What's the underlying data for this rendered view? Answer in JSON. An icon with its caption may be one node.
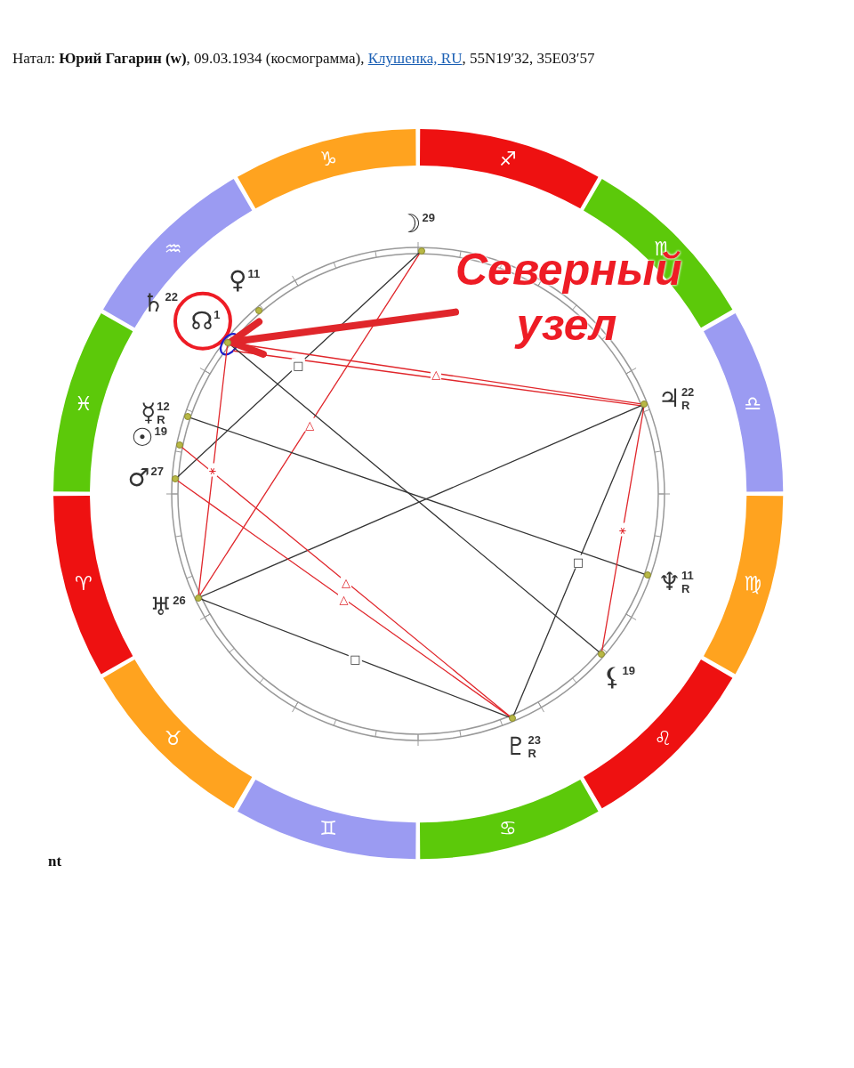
{
  "diagram": {
    "nodes": [
      {
        "text": [
          "♈"
        ]
      },
      {
        "text": [
          "♉"
        ]
      },
      {
        "text": [
          "♊"
        ]
      },
      {
        "text": [
          "♋"
        ]
      },
      {
        "text": [
          "♌"
        ]
      },
      {
        "text": [
          "♍"
        ]
      },
      {
        "text": [
          "♎"
        ]
      },
      {
        "text": [
          "♏"
        ]
      },
      {
        "text": [
          "♐"
        ]
      },
      {
        "text": [
          "♑"
        ]
      },
      {
        "text": [
          "♒"
        ]
      },
      {
        "text": [
          "♓"
        ]
      },
      {
        "text": [
          "☽",
          "29"
        ]
      },
      {
        "text": [
          "♄",
          "22"
        ]
      },
      {
        "text": [
          "♀",
          "11"
        ]
      },
      {
        "text": [
          "☊",
          "1"
        ]
      },
      {
        "text": [
          "☿",
          "12",
          "R"
        ]
      },
      {
        "text": [
          "☉",
          "19"
        ]
      },
      {
        "text": [
          "♂",
          "27"
        ]
      },
      {
        "text": [
          "♅",
          "26"
        ]
      },
      {
        "text": [
          "♃",
          "22",
          "R"
        ]
      },
      {
        "text": [
          "♆",
          "11",
          "R"
        ]
      },
      {
        "text": [
          "⚸",
          "19"
        ]
      },
      {
        "text": [
          "♇",
          "23",
          "R"
        ]
      },
      {
        "text": [
          "Северный узел"
        ]
      }
    ],
    "edges": [
      {
        "from": 12,
        "to": 19,
        "arrow": "none",
        "label": "△"
      },
      {
        "from": 12,
        "to": 18,
        "arrow": "none",
        "label": "□",
        "color": "#333333"
      },
      {
        "from": 15,
        "to": 20,
        "arrow": "none",
        "label": "△"
      },
      {
        "from": 15,
        "to": 20,
        "arrow": "none"
      },
      {
        "from": 15,
        "to": 22,
        "arrow": "none",
        "color": "#333333"
      },
      {
        "from": 15,
        "to": 19,
        "arrow": "none",
        "label": "⚹"
      },
      {
        "from": 16,
        "to": 21,
        "arrow": "none",
        "color": "#333333"
      },
      {
        "from": 19,
        "to": 20,
        "arrow": "none",
        "color": "#333333"
      },
      {
        "from": 19,
        "to": 23,
        "arrow": "none",
        "label": "□",
        "color": "#333333"
      },
      {
        "from": 20,
        "to": 22,
        "arrow": "none",
        "label": "⚹"
      },
      {
        "from": 20,
        "to": 23,
        "arrow": "none",
        "label": "□",
        "color": "#333333"
      },
      {
        "from": 17,
        "to": 23,
        "arrow": "none",
        "label": "△"
      },
      {
        "from": 18,
        "to": 23,
        "arrow": "none",
        "label": "△"
      },
      {
        "from": 24,
        "to": 15,
        "arrow": "to",
        "style": "thick"
      }
    ],
    "labels": [
      "Натал: **Юрий Гагарин (w)**, 09.03.1934 (космограмма),",
      "Клушенка, RU",
      ", 55N19′32, 35E03′57",
      "nt"
    ]
  }
}
